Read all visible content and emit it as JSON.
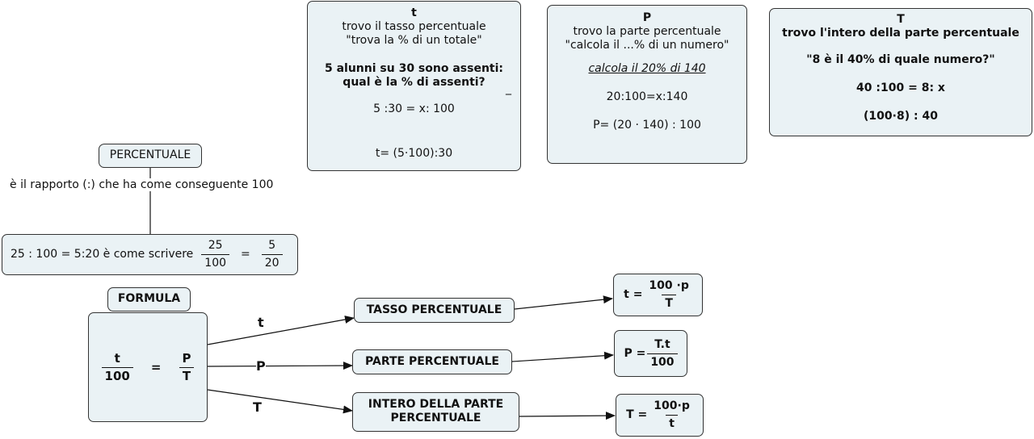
{
  "tasso_box": {
    "title": "t",
    "line1": "trovo il tasso percentuale",
    "line2": "\"trova la % di un totale\"",
    "question1": "5 alunni su 30 sono assenti:",
    "question2": "qual è la % di assenti?",
    "mark": "_",
    "proportion": "5 :30 = x: 100",
    "result": "t= (5·100):30"
  },
  "parte_box": {
    "title": "P",
    "line1": "trovo la parte percentuale",
    "line2": "\"calcola il ...% di un numero\"",
    "example": "calcola il 20% di 140",
    "proportion": "20:100=x:140",
    "result": "P= (20 · 140) : 100"
  },
  "intero_box": {
    "title": "T",
    "line1": "trovo l'intero della parte percentuale",
    "question": "\"8 è il 40% di quale numero?\"",
    "proportion": "40 :100 = 8: x",
    "result": "(100·8) : 40"
  },
  "percentuale": {
    "title": "PERCENTUALE",
    "link_label": "è il rapporto (:) che ha come conseguente 100",
    "example_text": "25 : 100 = 5:20 è come scrivere",
    "frac1_num": "25",
    "frac1_den": "100",
    "equals": "=",
    "frac2_num": "5",
    "frac2_den": "20"
  },
  "formula": {
    "title": "FORMULA",
    "left_num": "t",
    "left_den": "100",
    "equals": "=",
    "right_num": "P",
    "right_den": "T"
  },
  "branches": [
    {
      "label": "t",
      "node": "TASSO PERCENTUALE",
      "result_lhs": "t =",
      "result_num": "100 ·p",
      "result_den": "T"
    },
    {
      "label": "P",
      "node": "PARTE PERCENTUALE",
      "result_lhs": "P =",
      "result_num": "T.t",
      "result_den": "100"
    },
    {
      "label": "T",
      "node_line1": "INTERO DELLA PARTE",
      "node_line2": "PERCENTUALE",
      "result_lhs": "T =",
      "result_num": "100·p",
      "result_den": "t"
    }
  ],
  "colors": {
    "box_fill": "#eaf2f5",
    "box_border": "#333333",
    "line": "#111111"
  }
}
